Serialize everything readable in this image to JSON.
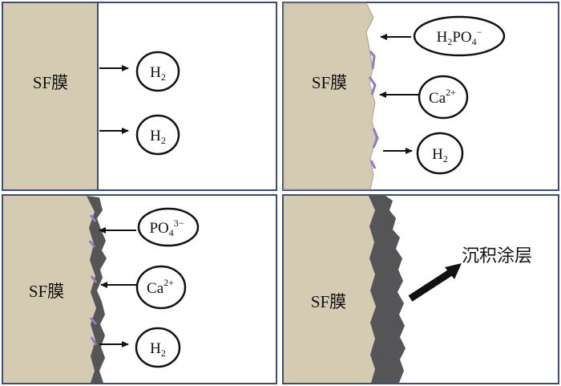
{
  "panels": [
    {
      "film_label": "SF膜",
      "ions": [
        {
          "base": "H",
          "sub": "2",
          "sup": ""
        },
        {
          "base": "H",
          "sub": "2",
          "sup": ""
        }
      ]
    },
    {
      "film_label": "SF膜",
      "ions": [
        {
          "base": "H",
          "sub": "2",
          "mid": "PO",
          "sub2": "4",
          "sup": "−"
        },
        {
          "base": "Ca",
          "sub": "",
          "sup": "2+"
        },
        {
          "base": "H",
          "sub": "2",
          "sup": ""
        }
      ]
    },
    {
      "film_label": "SF膜",
      "ions": [
        {
          "base": "PO",
          "sub": "4",
          "sup": "3−"
        },
        {
          "base": "Ca",
          "sub": "",
          "sup": "2+"
        },
        {
          "base": "H",
          "sub": "2",
          "sup": ""
        }
      ]
    },
    {
      "film_label": "SF膜",
      "coating_label": "沉积涂层"
    }
  ],
  "colors": {
    "film": "#d5cab2",
    "border": "#3c4f6e",
    "coating": "#555557",
    "purple": "#8f7bc7",
    "arrow": "#111111"
  }
}
